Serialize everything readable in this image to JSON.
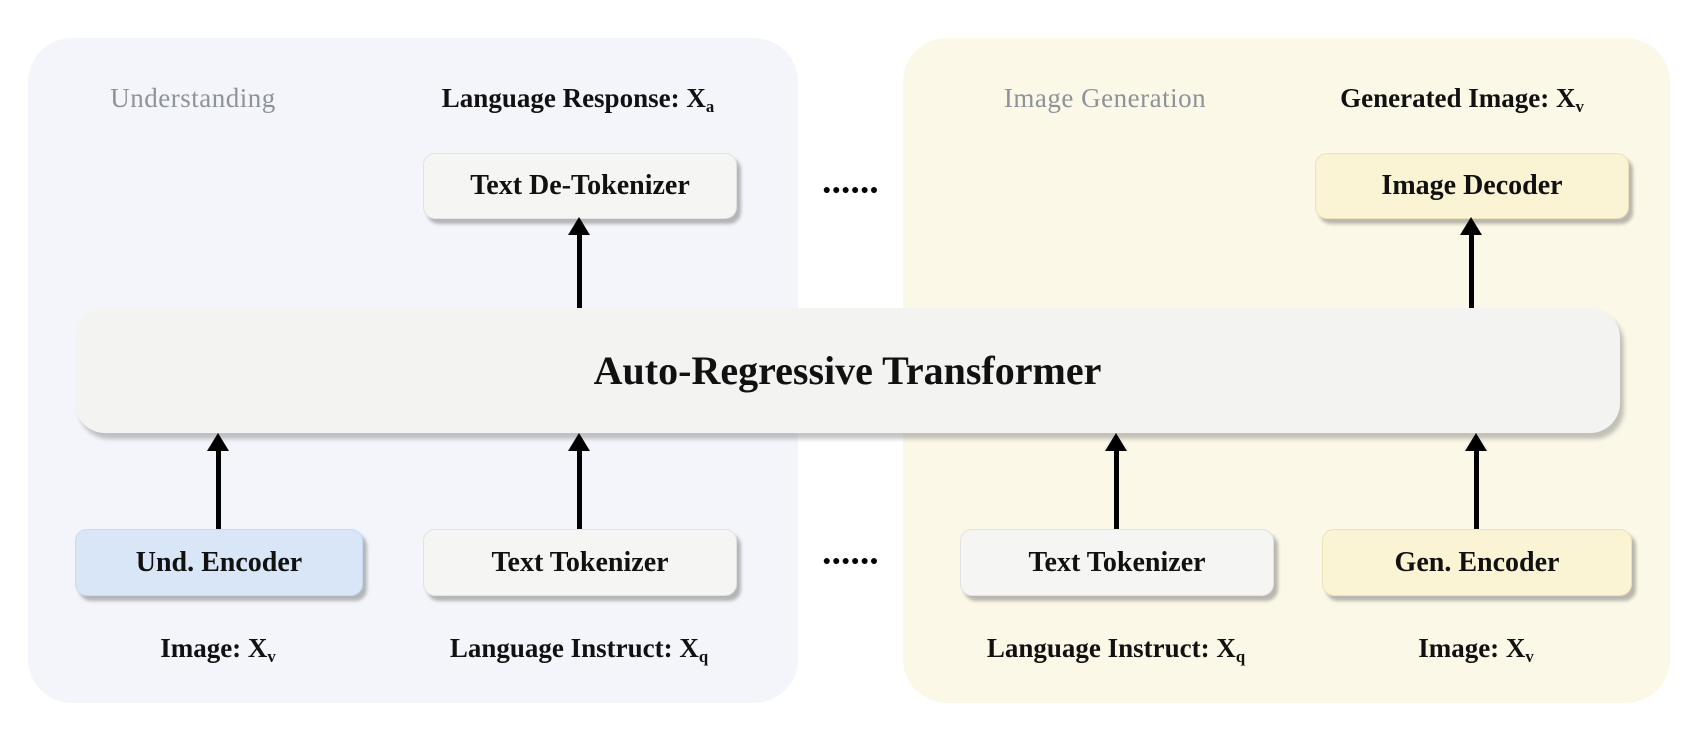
{
  "colors": {
    "left_panel_bg": "#f3f5fa",
    "right_panel_bg": "#fbf8e7",
    "gray_box_bg": "#f5f5f3",
    "gray_box_border": "#e2e2de",
    "blue_box_bg": "#d9e6f7",
    "blue_box_border": "#c6daf0",
    "yellow_box_bg": "#faf3d4",
    "yellow_box_border": "#ece2b8",
    "bar_bg": "#f3f3f1",
    "title_gray": "#8d929b",
    "text_black": "#111111"
  },
  "understanding": {
    "title": "Understanding",
    "output_label": {
      "text": "Language Response: X",
      "sub": "a"
    },
    "de_tokenizer": "Text De-Tokenizer",
    "und_encoder": "Und. Encoder",
    "text_tokenizer": "Text Tokenizer",
    "image_input": {
      "text": "Image: X",
      "sub": "v"
    },
    "instruct_input": {
      "text": "Language Instruct: X",
      "sub": "q"
    }
  },
  "generation": {
    "title": "Image Generation",
    "output_label": {
      "text": "Generated Image: X",
      "sub": "v"
    },
    "image_decoder": "Image Decoder",
    "text_tokenizer": "Text Tokenizer",
    "gen_encoder": "Gen. Encoder",
    "instruct_input": {
      "text": "Language Instruct: X",
      "sub": "q"
    },
    "image_input": {
      "text": "Image: X",
      "sub": "v"
    }
  },
  "transformer": {
    "label": "Auto-Regressive Transformer"
  },
  "icons": {
    "ellipsis_top": "●●●●●●",
    "ellipsis_bottom": "●●●●●●"
  }
}
